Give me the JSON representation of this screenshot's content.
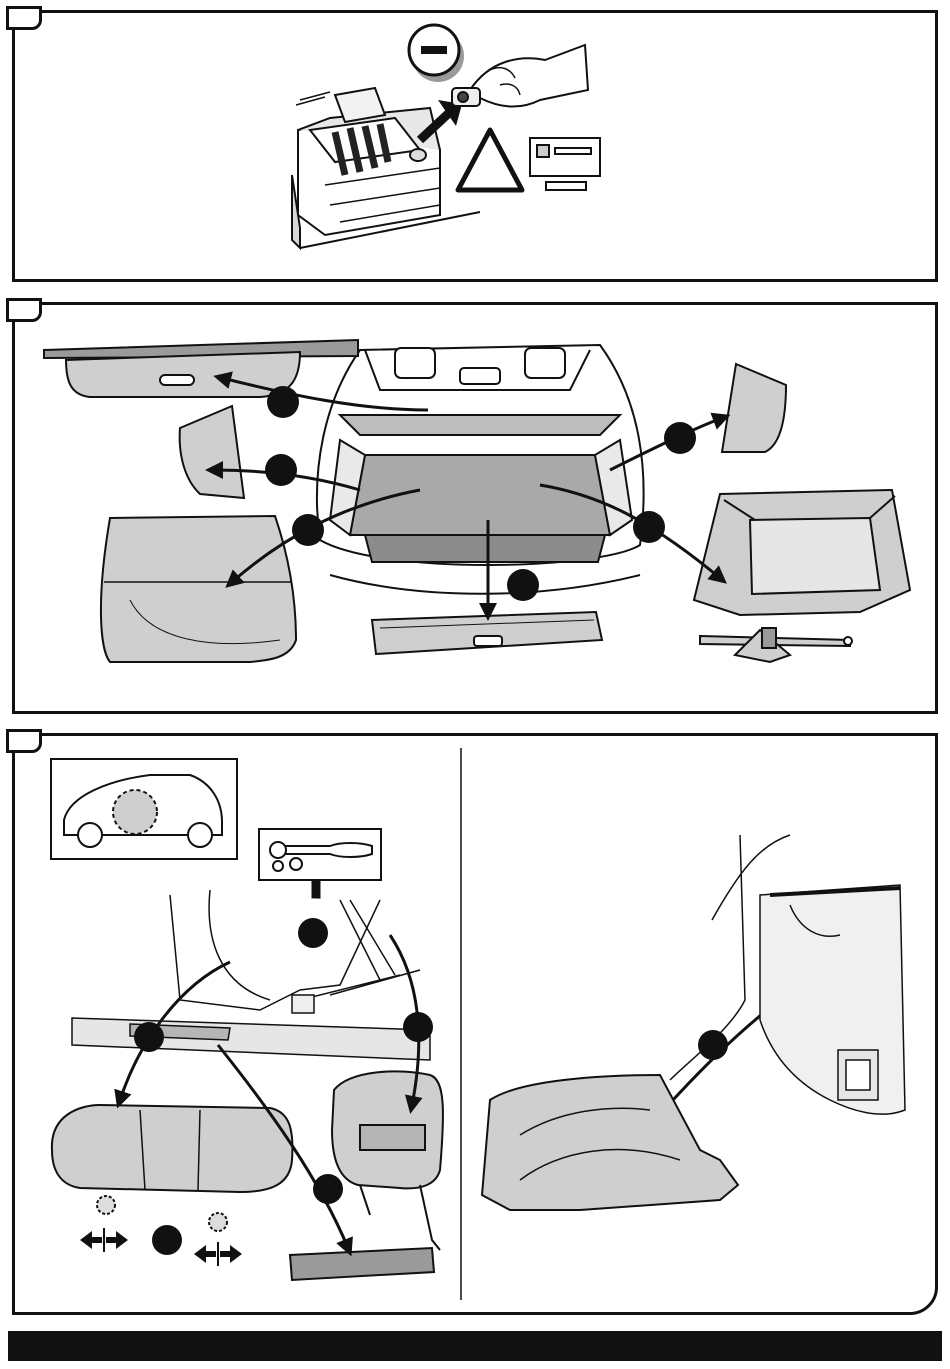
{
  "document": {
    "title": "",
    "panels": [
      {
        "id": "panel-1",
        "step_label": ""
      },
      {
        "id": "panel-2",
        "step_label": ""
      },
      {
        "id": "panel-3",
        "step_label": ""
      }
    ],
    "battery_terminal_sign": "−",
    "warning_symbol": "triangle",
    "colors": {
      "ink": "#111111",
      "part_fill": "#cfcfcf",
      "part_dark": "#9a9a9a",
      "marker": "#111111"
    }
  }
}
